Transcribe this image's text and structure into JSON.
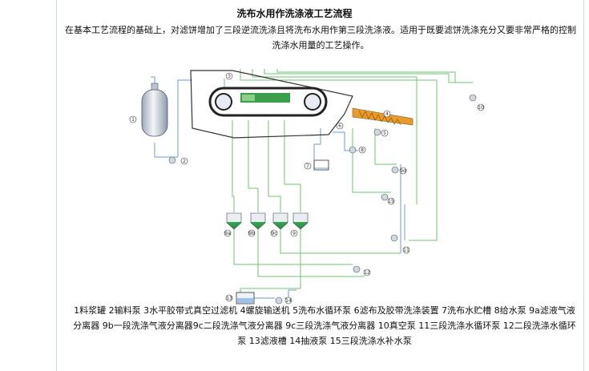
{
  "title": "洗布水用作洗涤液工艺流程",
  "description": "在基本工艺流程的基础上，对滤饼增加了三段逆流洗涤且将洗布水用作第三段洗涤液。适用于既要滤饼洗涤充分又要非常严格的控制洗涤水用量的工艺操作。",
  "legend": "1料浆罐 2输料泵 3水平胶带式真空过滤机 4螺旋输送机 5洗布水循环泵 6滤布及胶带洗涤装置 7洗布水贮槽 8给水泵 9a滤液气液分离器 9b一段洗涤气液分离器9c二段洗涤气液分离器 9c三段洗涤气液分离器 10真空泵 11三段洗涤水循环泵 12二段洗涤水循环泵 13滤液槽 14抽液泵 15三段洗涤水补水泵",
  "diagram": {
    "markers": [
      "1",
      "2",
      "3",
      "4",
      "5",
      "6",
      "7",
      "8",
      "9",
      "10",
      "11",
      "12",
      "13",
      "14",
      "15",
      "9a",
      "9b",
      "9c",
      "9d"
    ]
  }
}
